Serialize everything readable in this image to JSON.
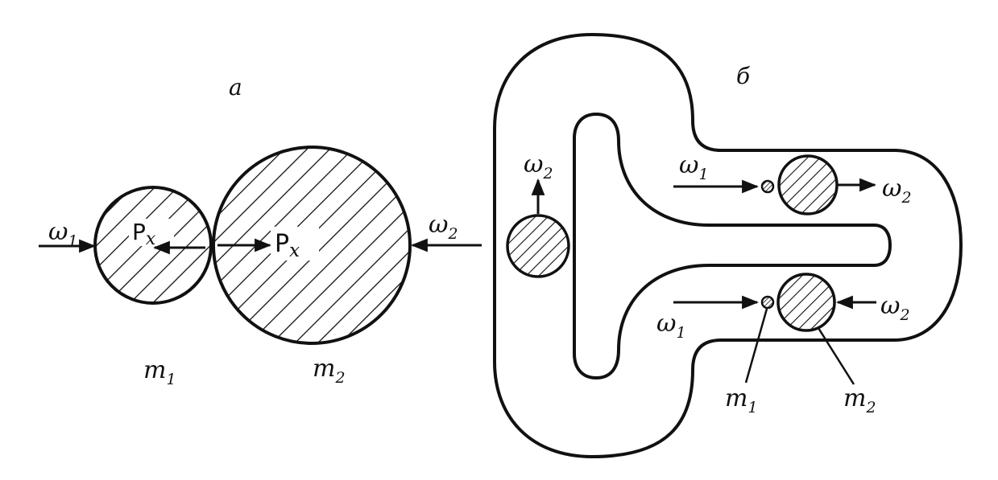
{
  "panel_a": {
    "label": "a",
    "left_arrow_label": "ω",
    "left_arrow_sub": "1",
    "right_arrow_label": "ω",
    "right_arrow_sub": "2",
    "force_left": "P",
    "force_left_sub": "x",
    "force_right": "P",
    "force_right_sub": "x",
    "mass1_label": "m",
    "mass1_sub": "1",
    "mass2_label": "m",
    "mass2_sub": "2"
  },
  "panel_b": {
    "label": "б",
    "left_particle_label": "ω",
    "left_particle_sub": "2",
    "upper_in_label": "ω",
    "upper_in_sub": "1",
    "upper_out_label": "ω",
    "upper_out_sub": "2",
    "lower_in_label": "ω",
    "lower_in_sub": "1",
    "lower_right_label": "ω",
    "lower_right_sub": "2",
    "mass1_label": "m",
    "mass1_sub": "1",
    "mass2_label": "m",
    "mass2_sub": "2"
  },
  "colors": {
    "ink": "#111111",
    "paper": "#ffffff"
  }
}
